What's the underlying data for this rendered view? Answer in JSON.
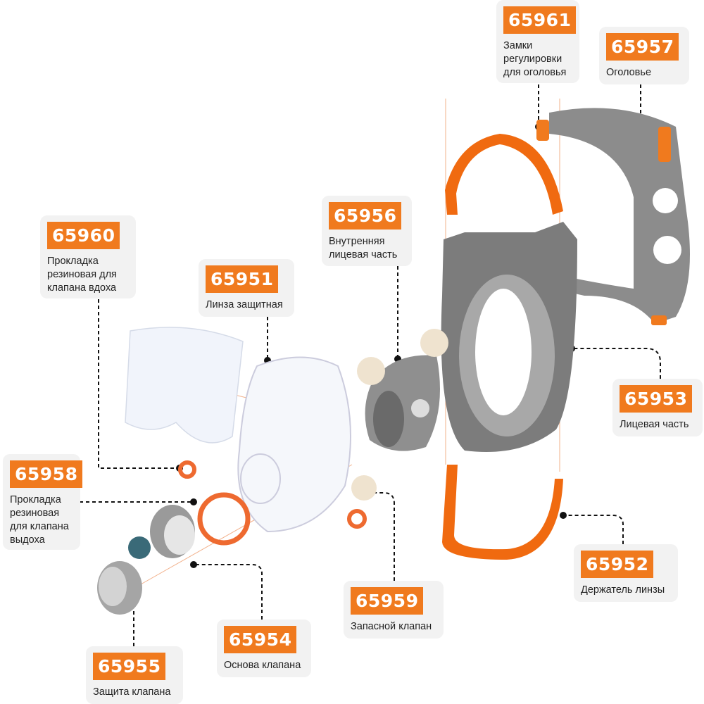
{
  "parts": [
    {
      "code": "65961",
      "label": "Замки регулировки для оголовья"
    },
    {
      "code": "65957",
      "label": "Оголовье"
    },
    {
      "code": "65960",
      "label": "Прокладка резиновая для клапана вдоха"
    },
    {
      "code": "65951",
      "label": "Линза защитная"
    },
    {
      "code": "65956",
      "label": "Внутренняя лицевая часть"
    },
    {
      "code": "65953",
      "label": "Лицевая часть"
    },
    {
      "code": "65958",
      "label": "Прокладка резиновая для клапана выдоха"
    },
    {
      "code": "65952",
      "label": "Держатель линзы"
    },
    {
      "code": "65959",
      "label": "Запасной клапан"
    },
    {
      "code": "65954",
      "label": "Основа клапана"
    },
    {
      "code": "65955",
      "label": "Защита клапана"
    }
  ],
  "colors": {
    "accent": "#f07a1e",
    "rubber": "#8a8a8a",
    "card": "#f2f2f2"
  }
}
